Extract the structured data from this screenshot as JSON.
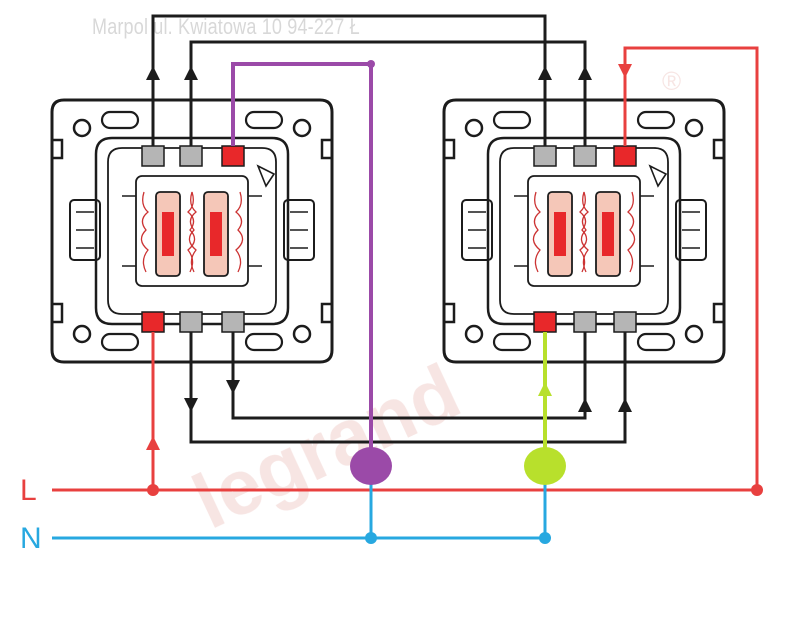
{
  "watermark": {
    "top_text": "Marpol ul. Kwiatowa 10 94-227 Ł",
    "brand_text": "legrand",
    "reg_mark": "®"
  },
  "bus_labels": {
    "line": "L",
    "neutral": "N"
  },
  "colors": {
    "line": "#e8403f",
    "neutral": "#27a8e0",
    "traveler": "#1c1c1c",
    "lamp_1": "#9b4aa8",
    "lamp_2": "#b8e02c",
    "terminal_active": "#e8282a",
    "terminal_idle": "#b5b5b5"
  },
  "devices": [
    {
      "name": "switch-left"
    },
    {
      "name": "switch-right"
    }
  ],
  "lamps": [
    {
      "name": "lamp-purple",
      "color": "#9b4aa8"
    },
    {
      "name": "lamp-green",
      "color": "#b8e02c"
    }
  ]
}
